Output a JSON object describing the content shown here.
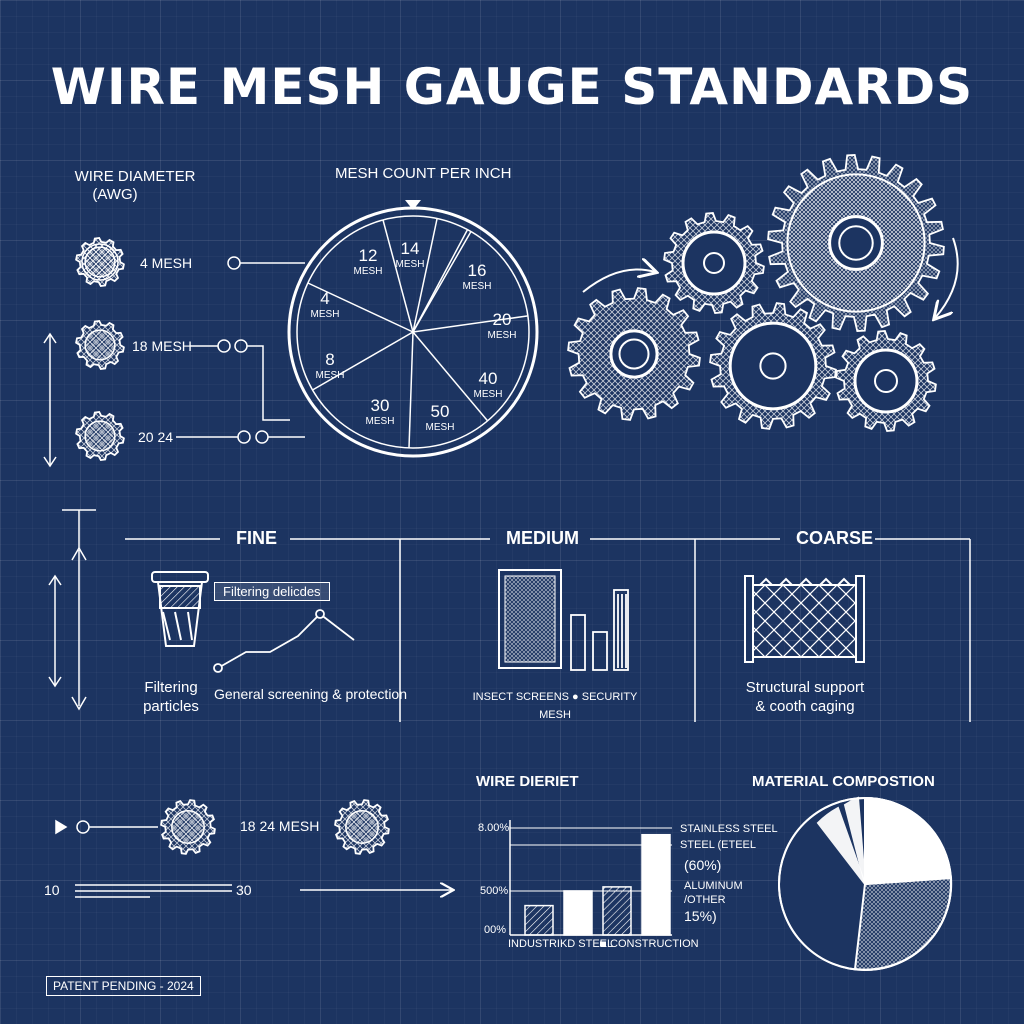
{
  "title": "WIRE MESH GAUGE STANDARDS",
  "wire_diameter": {
    "heading_line1": "WIRE DIAMETER",
    "heading_line2": "(AWG)",
    "rows": [
      {
        "label": "4 MESH"
      },
      {
        "label": "18 MESH"
      },
      {
        "label": "20 24"
      }
    ]
  },
  "mesh_count": {
    "heading": "MESH COUNT PER INCH",
    "segments": [
      {
        "number": "12",
        "unit": "MESH"
      },
      {
        "number": "14",
        "unit": "MESH"
      },
      {
        "number": "16",
        "unit": "MESH"
      },
      {
        "number": "20",
        "unit": "MESH"
      },
      {
        "number": "40",
        "unit": "MESH"
      },
      {
        "number": "50",
        "unit": "MESH"
      },
      {
        "number": "30",
        "unit": "MESH"
      },
      {
        "number": "8",
        "unit": "MESH"
      },
      {
        "number": "4",
        "unit": "MESH"
      }
    ]
  },
  "categories": {
    "fine": {
      "heading": "FINE",
      "tag": "Filtering delicdes",
      "caption_line1": "Filtering",
      "caption_line2": "particles",
      "caption2": "General screening & protection"
    },
    "medium": {
      "heading": "MEDIUM",
      "caption_line1": "INSECT SCREENS ● SECURITY",
      "caption_line2": "MESH"
    },
    "coarse": {
      "heading": "COARSE",
      "caption_line1": "Structural support",
      "caption_line2": "& cooth caging"
    }
  },
  "bottom_left": {
    "mesh_label": "18 24 MESH",
    "scale_start": "10",
    "scale_end": "30"
  },
  "wire_chart": {
    "heading": "WIRE DIERIET",
    "tick_top": "8.00%",
    "tick_mid": "500%",
    "tick_bottom": "00%",
    "legend_line1": "STAINLESS STEEL",
    "legend_line2": "STEEL (ETEEL",
    "legend_pct1": "(60%)",
    "legend_line3": "ALUMINUM",
    "legend_line4": "/OTHER",
    "legend_pct2": "15%)",
    "xlegend_left": "INDUSTRIKD STEEL",
    "xlegend_right": "CONSTRUCTION"
  },
  "chart_data": {
    "type": "bar",
    "categories": [
      "",
      "",
      "",
      ""
    ],
    "values": [
      2.2,
      3.3,
      3.6,
      7.5
    ],
    "ylim": [
      0,
      8.0
    ],
    "title": "WIRE DIERIET"
  },
  "material": {
    "heading": "MATERIAL COMPOSTION"
  },
  "footer_badge": "PATENT PENDING - 2024",
  "colors": {
    "background": "#1c3461",
    "line": "#ffffff"
  }
}
